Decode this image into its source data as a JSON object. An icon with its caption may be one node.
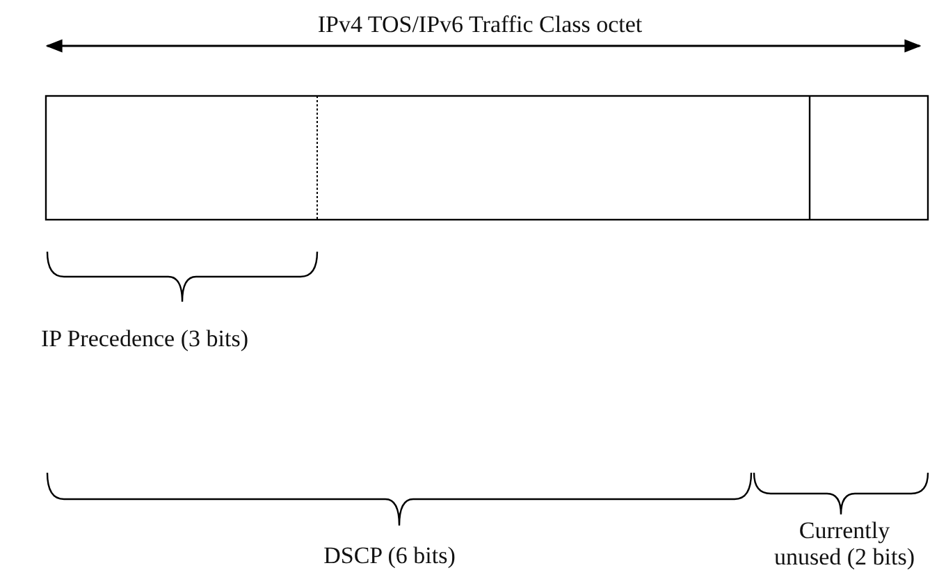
{
  "diagram": {
    "labels": [
      "IPv4 TOS/IPv6 Traffic Class octet",
      "IP Precedence (3 bits)",
      "DSCP (6 bits)",
      "Currently unused (2 bits)"
    ]
  }
}
